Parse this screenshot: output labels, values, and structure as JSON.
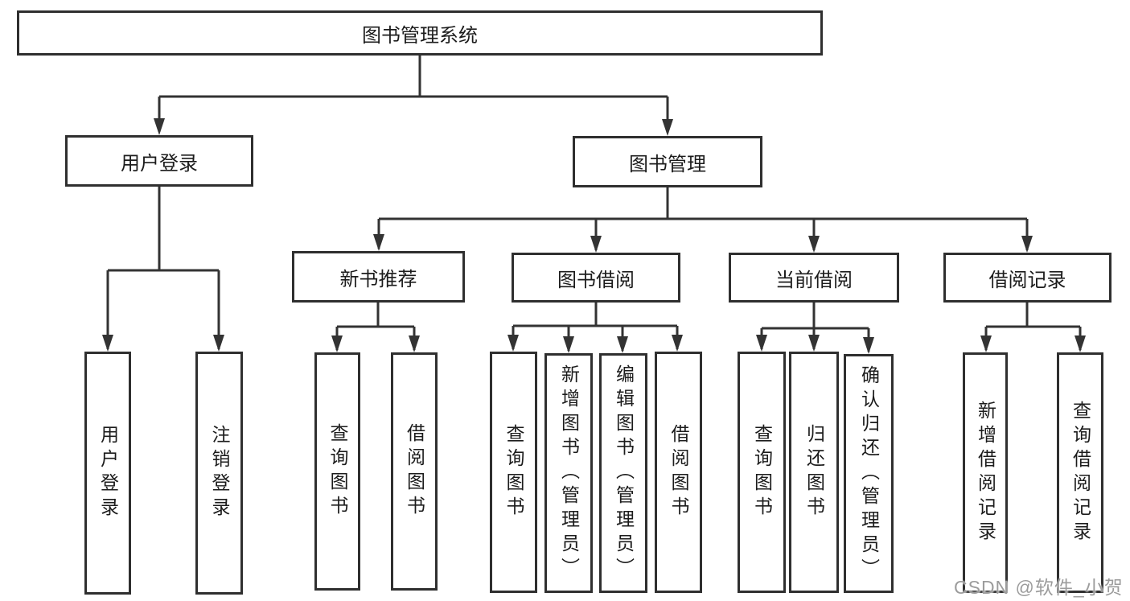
{
  "diagram_title": "图书管理系统",
  "tree": {
    "label": "图书管理系统",
    "children": [
      {
        "label": "用户登录",
        "children": [
          {
            "label": "用户登录"
          },
          {
            "label": "注销登录"
          }
        ]
      },
      {
        "label": "图书管理",
        "children": [
          {
            "label": "新书推荐",
            "children": [
              {
                "label": "查询图书"
              },
              {
                "label": "借阅图书"
              }
            ]
          },
          {
            "label": "图书借阅",
            "children": [
              {
                "label": "查询图书"
              },
              {
                "label": "新增图书（管理员）"
              },
              {
                "label": "编辑图书（管理员）"
              },
              {
                "label": "借阅图书"
              }
            ]
          },
          {
            "label": "当前借阅",
            "children": [
              {
                "label": "查询图书"
              },
              {
                "label": "归还图书"
              },
              {
                "label": "确认归还（管理员）"
              }
            ]
          },
          {
            "label": "借阅记录",
            "children": [
              {
                "label": "新增借阅记录"
              },
              {
                "label": "查询借阅记录"
              }
            ]
          }
        ]
      }
    ]
  },
  "watermark": "CSDN @软件_小贺同学",
  "colors": {
    "line": "#333333",
    "box_border": "#2f2f2f",
    "text": "#1c1c1c",
    "background": "#ffffff",
    "watermark": "#9c9c9c"
  }
}
